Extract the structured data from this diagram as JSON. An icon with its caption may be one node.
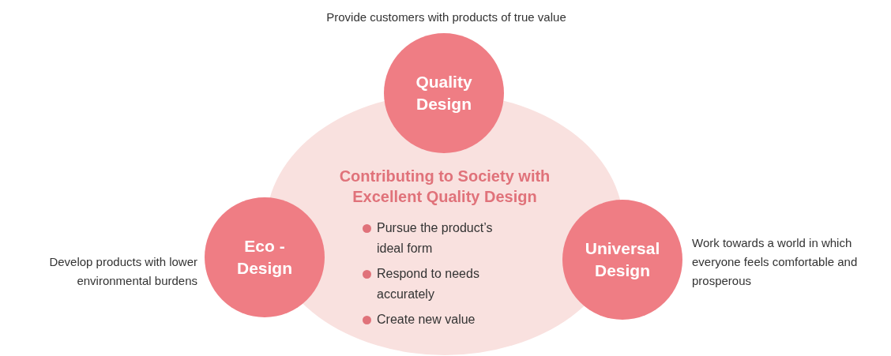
{
  "diagram": {
    "nodes": [
      {
        "text": [
          "Contributing to Society with Excellent Quality Design",
          "Pursue the product’s ideal form",
          "Respond to needs accurately",
          "Create new value"
        ]
      },
      {
        "text": [
          "Quality Design"
        ],
        "beside": [
          "Provide customers with products of true value"
        ]
      },
      {
        "text": [
          "Eco -Design"
        ],
        "beside": [
          "Develop products with lower environmental burdens"
        ]
      },
      {
        "text": [
          "Universal Design"
        ],
        "beside": [
          "Work towards a world in which everyone feels comfortable and prosperous"
        ]
      }
    ]
  }
}
